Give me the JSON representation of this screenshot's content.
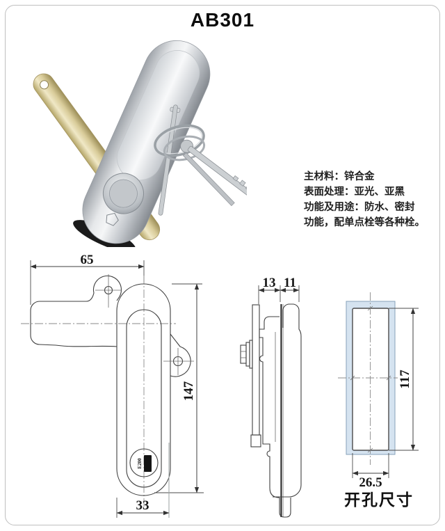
{
  "page": {
    "title": "AB301"
  },
  "specs": {
    "lines": [
      "主材料：锌合金",
      "表面处理：亚光、亚黑",
      "功能及用途：防水、密封",
      "功能，配单点栓等各种栓。"
    ]
  },
  "front_view": {
    "dim_top": "65",
    "dim_right": "147",
    "dim_bottom": "33",
    "cylinder_label": "E200"
  },
  "side_view": {
    "dim_front": "13",
    "dim_back": "11"
  },
  "cutout_view": {
    "dim_height": "117",
    "dim_width": "26.5",
    "caption": "开孔尺寸",
    "panel_fill": "#d5e3f0",
    "panel_stroke": "#86a2ba"
  }
}
